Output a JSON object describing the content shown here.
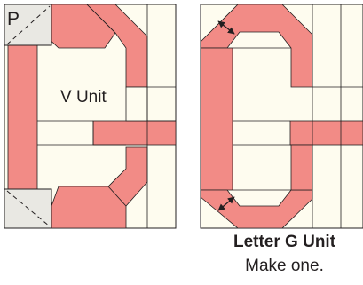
{
  "labels": {
    "piece_p": "P",
    "v_unit": "V Unit"
  },
  "caption": {
    "title": "Letter G Unit",
    "subtitle": "Make one."
  },
  "colors": {
    "background": "#fefcef",
    "pink": "#f28b86",
    "outline": "#231f20",
    "gray_piece": "#e9e8e3"
  }
}
